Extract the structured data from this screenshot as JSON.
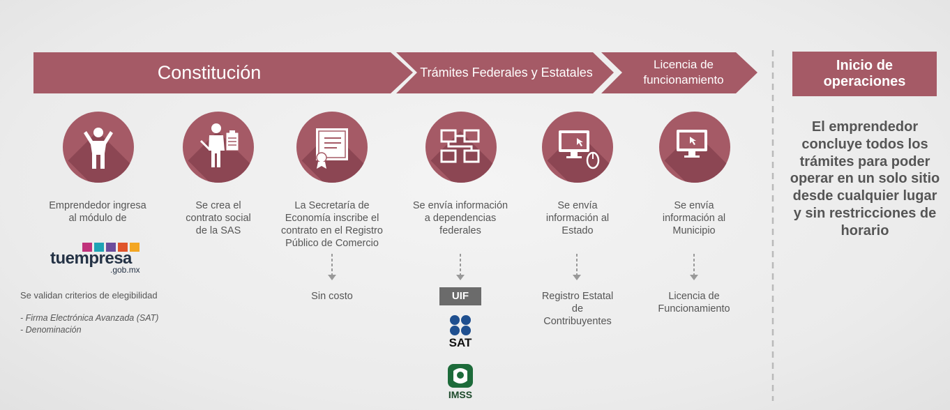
{
  "banner": {
    "constitucion": "Constitución",
    "tramites": "Trámites Federales y Estatales",
    "licencia_line1": "Licencia de",
    "licencia_line2": "funcionamiento"
  },
  "side": {
    "title_line1": "Inicio de",
    "title_line2": "operaciones",
    "description": "El emprendedor concluye todos los trámites para poder operar en un solo sitio desde cualquier lugar y sin restricciones de horario"
  },
  "steps": [
    {
      "icon": "person-arms-up-icon",
      "line1": "Emprendedor ingresa",
      "line2": "al módulo de",
      "line3": ""
    },
    {
      "icon": "person-clipboard-icon",
      "line1": "Se crea el",
      "line2": "contrato social",
      "line3": "de la SAS"
    },
    {
      "icon": "certificate-icon",
      "line1": "La Secretaría de",
      "line2": "Economía inscribe el",
      "line3": "contrato en el Registro",
      "line4": "Público de Comercio"
    },
    {
      "icon": "network-screens-icon",
      "line1": "Se envía información",
      "line2": "a dependencias",
      "line3": "federales"
    },
    {
      "icon": "computer-mouse-icon",
      "line1": "Se envía",
      "line2": "información al",
      "line3": "Estado"
    },
    {
      "icon": "computer-monitor-icon",
      "line1": "Se envía",
      "line2": "información al",
      "line3": "Municipio"
    }
  ],
  "tuempresa": {
    "name": "tuempresa",
    "domain": ".gob.mx"
  },
  "eligibility": {
    "title": "Se validan criterios de elegibilidad",
    "item1": "- Firma Electrónica Avanzada (SAT)",
    "item2": "- Denominación"
  },
  "outcomes": {
    "sin_costo": "Sin costo",
    "registro_line1": "Registro Estatal",
    "registro_line2": "de",
    "registro_line3": "Contribuyentes",
    "licencia_line1": "Licencia de",
    "licencia_line2": "Funcionamiento"
  },
  "logos": {
    "uif": "UIF",
    "sat": "SAT",
    "imss": "IMSS"
  },
  "colors": {
    "primary": "#a55a66",
    "primary_dark": "#8c4653",
    "text": "#555555",
    "uif_bg": "#6b6b6b"
  }
}
